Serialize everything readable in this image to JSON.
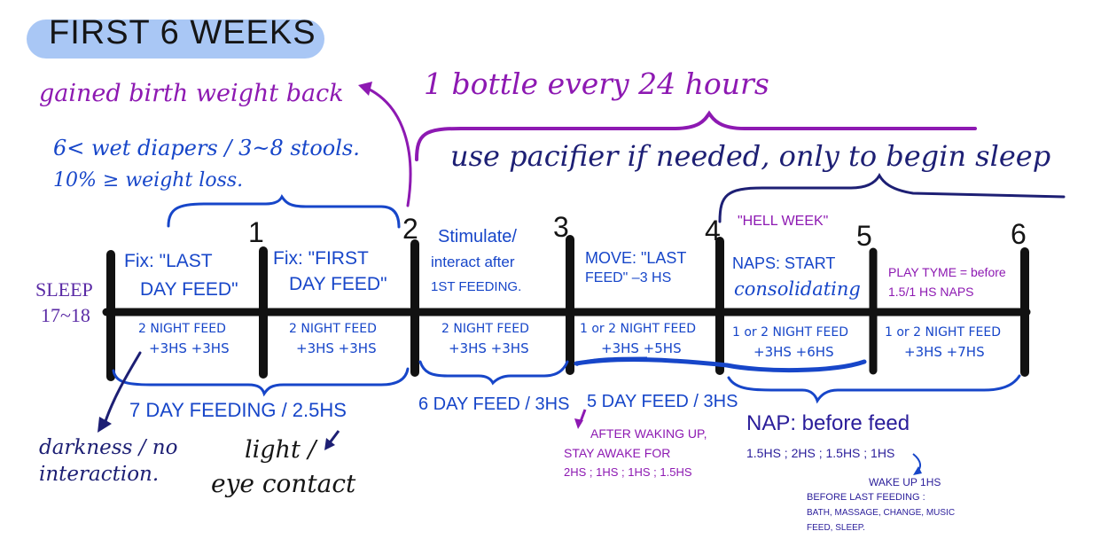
{
  "title": "FIRST 6 WEEKS",
  "gained_weight": "gained birth weight back",
  "bottle_note": "1 bottle every 24 hours",
  "pacifier_note": "use pacifier if needed, only to begin sleep",
  "diapers_line1": "6< wet diapers / 3~8 stools.",
  "diapers_line2": "10% ≥ weight loss.",
  "hell_week": "\"HELL WEEK\"",
  "sleep_label": "SLEEP",
  "sleep_hours": "17~18",
  "week_markers": [
    "1",
    "2",
    "3",
    "4",
    "5",
    "6"
  ],
  "week_notes": {
    "w0_1": [
      "Fix: \"LAST",
      "DAY FEED\""
    ],
    "w1_2": [
      "Fix: \"FIRST",
      "DAY FEED\""
    ],
    "w2_3": [
      "Stimulate/",
      "interact after",
      "1ST FEEDING."
    ],
    "w3_4": [
      "MOVE: \"LAST",
      "FEED\" –3 HS"
    ],
    "w4_5": [
      "NAPS: START",
      "consolidating"
    ],
    "w5_6": [
      "PLAY TYME = before",
      "1.5/1 HS NAPS"
    ]
  },
  "night_feeds": [
    {
      "line1": "2 NIGHT FEED",
      "line2": "+3HS +3HS"
    },
    {
      "line1": "2 NIGHT FEED",
      "line2": "+3HS +3HS"
    },
    {
      "line1": "2 NIGHT FEED",
      "line2": "+3HS +3HS"
    },
    {
      "line1": "1 or 2 NIGHT FEED",
      "line2": "+3HS +5HS"
    },
    {
      "line1": "1 or 2 NIGHT FEED",
      "line2": "+3HS +6HS"
    },
    {
      "line1": "1 or 2 NIGHT FEED",
      "line2": "+3HS +7HS"
    }
  ],
  "day_feeding_7": "7 DAY FEEDING / 2.5HS",
  "day_feed_6": "6 DAY FEED / 3HS",
  "day_feed_5": "5 DAY FEED / 3HS",
  "after_waking": [
    "AFTER WAKING UP,",
    "STAY AWAKE FOR",
    "2HS ; 1HS ; 1HS ; 1.5HS"
  ],
  "nap_note": "NAP: before feed",
  "nap_times": "1.5HS ; 2HS ; 1.5HS ; 1HS",
  "darkness": [
    "darkness / no",
    "interaction."
  ],
  "light": [
    "light /",
    "eye contact"
  ],
  "wakeup_block": [
    "WAKE UP 1HS",
    "BEFORE LAST FEEDING :",
    "BATH, MASSAGE, CHANGE, MUSIC",
    "FEED, SLEEP."
  ],
  "colors": {
    "purple": "#8d19b2",
    "navy": "#1d1f74",
    "blue": "#1746c9",
    "highlight": "#a9c7f5"
  }
}
